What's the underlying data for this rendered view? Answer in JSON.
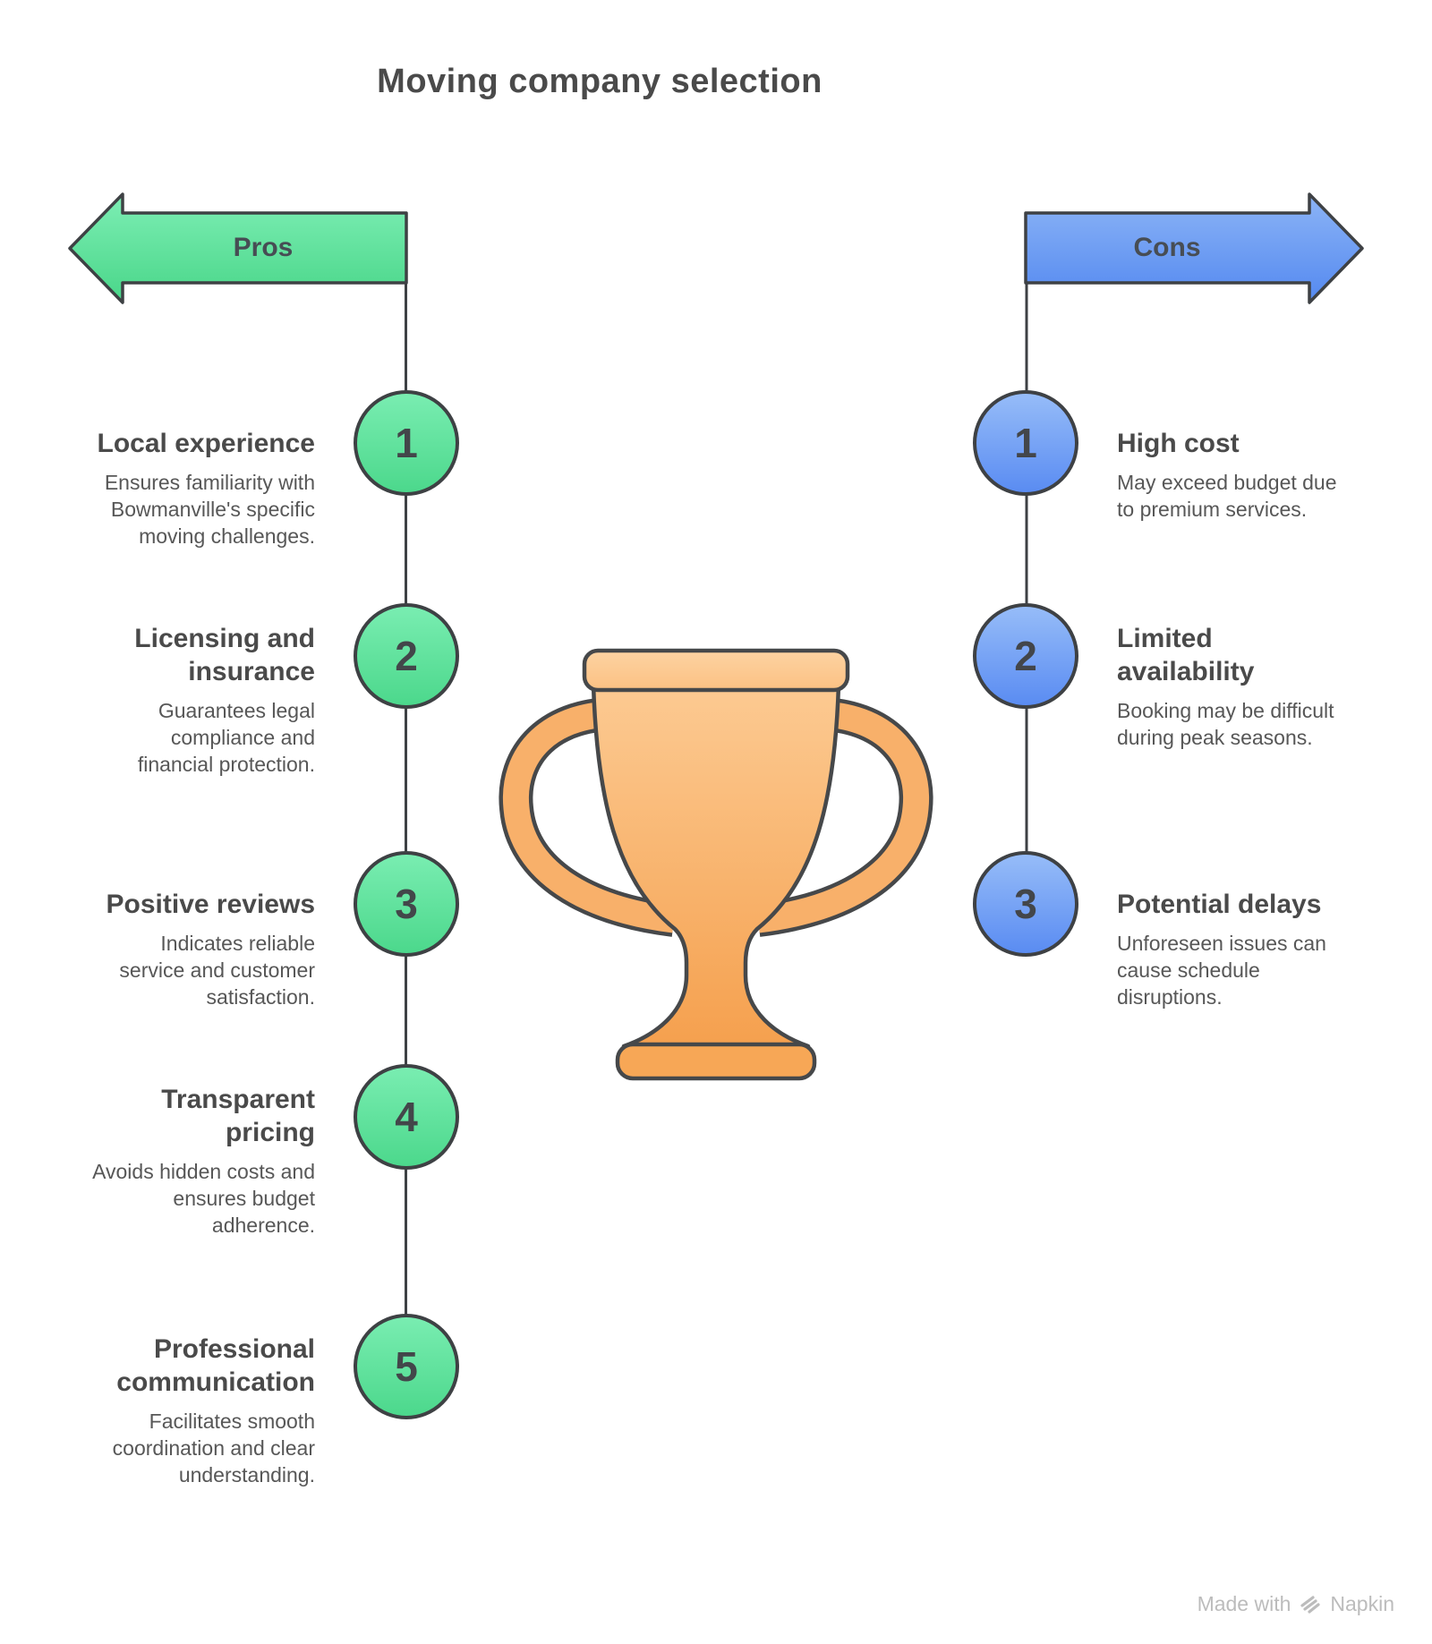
{
  "title": "Moving company selection",
  "pros": {
    "label": "Pros",
    "accent_color": "#4cd88c",
    "items": [
      {
        "num": "1",
        "heading": "Local experience",
        "desc": "Ensures familiarity with\nBowmanville's specific\nmoving challenges."
      },
      {
        "num": "2",
        "heading": "Licensing and\ninsurance",
        "desc": "Guarantees legal\ncompliance and\nfinancial protection."
      },
      {
        "num": "3",
        "heading": "Positive reviews",
        "desc": "Indicates reliable\nservice and customer\nsatisfaction."
      },
      {
        "num": "4",
        "heading": "Transparent\npricing",
        "desc": "Avoids hidden costs and\nensures budget\nadherence."
      },
      {
        "num": "5",
        "heading": "Professional\ncommunication",
        "desc": "Facilitates smooth\ncoordination and clear\nunderstanding."
      }
    ]
  },
  "cons": {
    "label": "Cons",
    "accent_color": "#5a8cf2",
    "items": [
      {
        "num": "1",
        "heading": "High cost",
        "desc": "May exceed budget due\nto premium services."
      },
      {
        "num": "2",
        "heading": "Limited\navailability",
        "desc": "Booking may be difficult\nduring peak seasons."
      },
      {
        "num": "3",
        "heading": "Potential delays",
        "desc": "Unforeseen issues can\ncause schedule\ndisruptions."
      }
    ]
  },
  "center_icon": "trophy-icon",
  "trophy_color": "#f8ab5e",
  "footer": {
    "made_with": "Made with",
    "brand": "Napkin"
  }
}
